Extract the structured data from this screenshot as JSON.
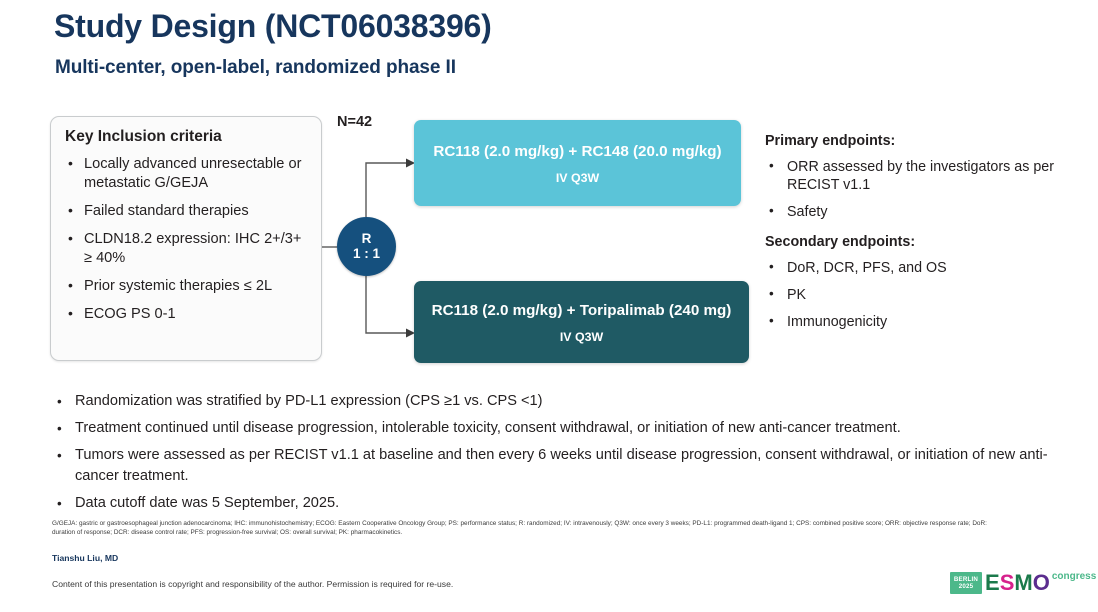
{
  "title": "Study Design (NCT06038396)",
  "subtitle": "Multi-center, open-label, randomized phase II",
  "criteria": {
    "heading": "Key Inclusion criteria",
    "items": [
      "Locally advanced unresectable or metastatic G/GEJA",
      "Failed standard therapies",
      "CLDN18.2 expression: IHC 2+/3+ ≥ 40%",
      "Prior systemic therapies ≤ 2L",
      "ECOG PS 0-1"
    ]
  },
  "flow": {
    "n_label": "N=42",
    "randomization_letter": "R",
    "randomization_ratio": "1 : 1",
    "arms": [
      {
        "regimen": "RC118 (2.0 mg/kg) + RC148 (20.0 mg/kg)",
        "schedule": "IV Q3W",
        "color": "#5bc4d8"
      },
      {
        "regimen": "RC118 (2.0 mg/kg) + Toripalimab (240 mg)",
        "schedule": "IV Q3W",
        "color": "#1f5a64"
      }
    ]
  },
  "endpoints": {
    "primary_heading": "Primary endpoints:",
    "primary_items": [
      "ORR assessed by the investigators as per RECIST v1.1",
      "Safety"
    ],
    "secondary_heading": "Secondary endpoints:",
    "secondary_items": [
      "DoR, DCR, PFS, and OS",
      "PK",
      "Immunogenicity"
    ]
  },
  "notes": [
    "Randomization was stratified by PD-L1 expression (CPS ≥1 vs. CPS <1)",
    "Treatment continued until disease progression, intolerable toxicity, consent withdrawal, or initiation of new anti-cancer treatment.",
    "Tumors were assessed as per RECIST v1.1 at baseline and then every 6 weeks until disease progression, consent withdrawal, or initiation of new anti-cancer treatment.",
    "Data cutoff date was 5 September, 2025."
  ],
  "footnote_line1": "G/GEJA: gastric or gastroesophageal junction adenocarcinoma; IHC: immunohistochemistry; ECOG: Eastern Cooperative Oncology Group; PS: performance status; R: randomized; IV: intravenously; Q3W: once every 3 weeks; PD-L1: programmed death-ligand 1; CPS: combined positive score; ORR: objective response rate; DoR:",
  "footnote_line2": "duration of response; DCR: disease control rate; PFS: progression-free survival; OS: overall survival; PK: pharmacokinetics.",
  "author": "Tianshu Liu, MD",
  "copyright": "Content of this presentation is copyright and responsibility of the author. Permission is required for re-use.",
  "logo": {
    "city": "BERLIN",
    "year": "2025",
    "e": "E",
    "s": "S",
    "m": "M",
    "o": "O",
    "congress": "congress"
  },
  "bullet_char": "•"
}
